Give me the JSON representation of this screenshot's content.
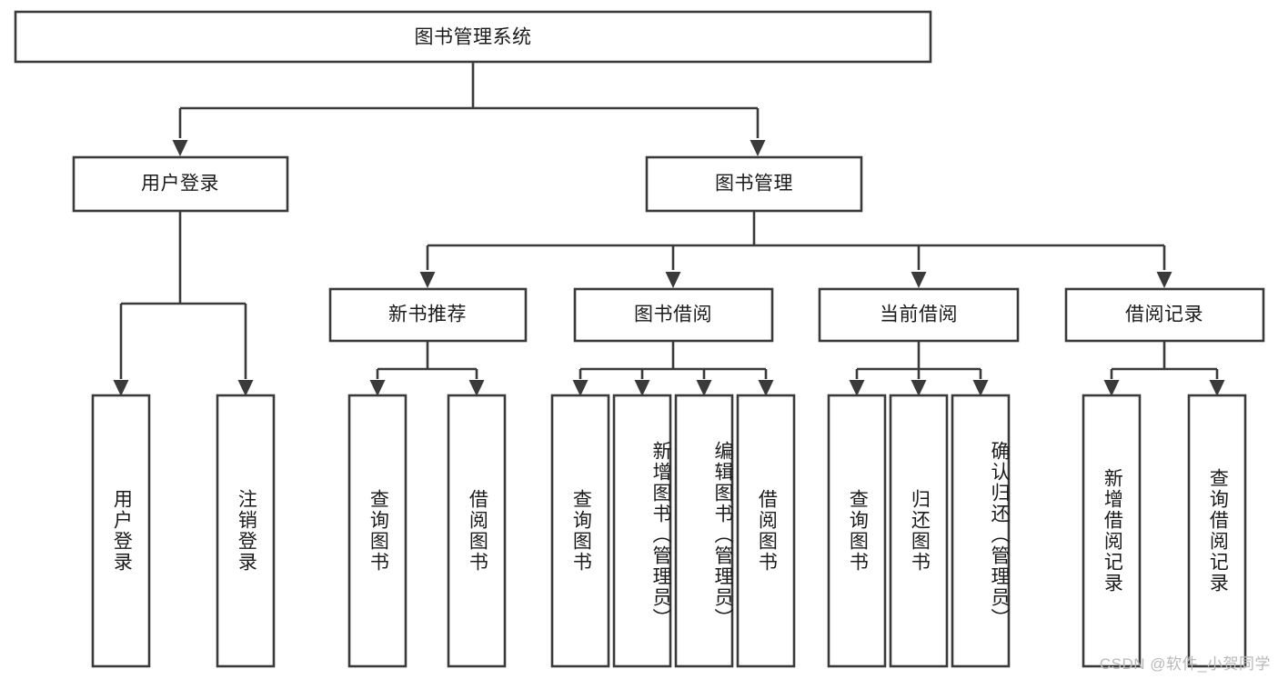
{
  "diagram": {
    "type": "tree",
    "title": "图书管理系统",
    "orientation": "top-down",
    "colors": {
      "box_stroke": "#3a3a3a",
      "box_fill": "#ffffff",
      "connector": "#3a3a3a",
      "text": "#1b1b1b",
      "background": "#ffffff",
      "watermark": "#b9b9b9"
    },
    "levels": {
      "root": {
        "label": "图书管理系统"
      },
      "level2": [
        {
          "label": "用户登录"
        },
        {
          "label": "图书管理"
        }
      ],
      "level3": [
        {
          "label": "新书推荐"
        },
        {
          "label": "图书借阅"
        },
        {
          "label": "当前借阅"
        },
        {
          "label": "借阅记录"
        }
      ],
      "leaves": [
        {
          "label": "用户登录",
          "parent": "用户登录"
        },
        {
          "label": "注销登录",
          "parent": "用户登录"
        },
        {
          "label": "查询图书",
          "parent": "新书推荐"
        },
        {
          "label": "借阅图书",
          "parent": "新书推荐"
        },
        {
          "label": "查询图书",
          "parent": "图书借阅"
        },
        {
          "label": "新增图书（管理员）",
          "parent": "图书借阅"
        },
        {
          "label": "编辑图书（管理员）",
          "parent": "图书借阅"
        },
        {
          "label": "借阅图书",
          "parent": "图书借阅"
        },
        {
          "label": "查询图书",
          "parent": "当前借阅"
        },
        {
          "label": "归还图书",
          "parent": "当前借阅"
        },
        {
          "label": "确认归还（管理员）",
          "parent": "当前借阅"
        },
        {
          "label": "新增借阅记录",
          "parent": "借阅记录"
        },
        {
          "label": "查询借阅记录",
          "parent": "借阅记录"
        }
      ]
    }
  },
  "watermark": {
    "text": "CSDN @软件_小贺同学"
  }
}
